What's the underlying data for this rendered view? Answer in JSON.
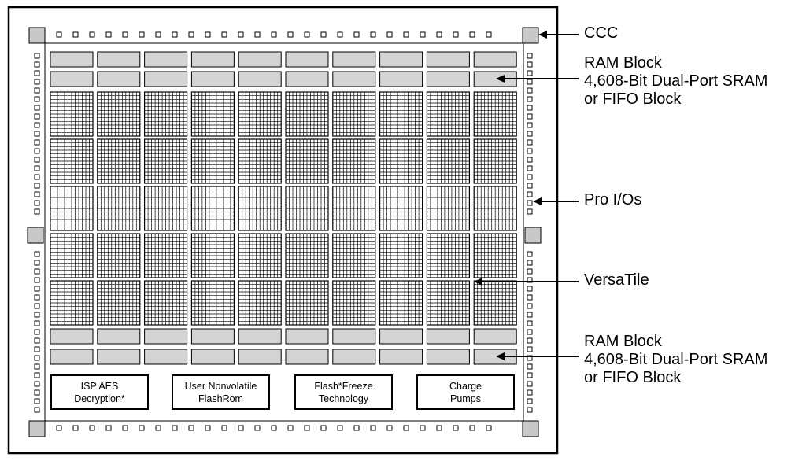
{
  "colors": {
    "stroke": "#000000",
    "block_fill": "#d4d4d4",
    "corner_fill": "#c8c8c8",
    "background": "#ffffff"
  },
  "bottom_blocks": [
    {
      "line1": "ISP AES",
      "line2": "Decryption*"
    },
    {
      "line1": "User Nonvolatile",
      "line2": "FlashRom"
    },
    {
      "line1": "Flash*Freeze",
      "line2": "Technology"
    },
    {
      "line1": "Charge",
      "line2": "Pumps"
    }
  ],
  "callouts": {
    "ccc": "CCC",
    "ram_top": {
      "line1": "RAM Block",
      "line2": "4,608-Bit Dual-Port SRAM",
      "line3": "or FIFO Block"
    },
    "pro_io": "Pro I/Os",
    "versatile": "VersaTile",
    "ram_bottom": {
      "line1": "RAM Block",
      "line2": "4,608-Bit Dual-Port SRAM",
      "line3": "or FIFO Block"
    }
  }
}
